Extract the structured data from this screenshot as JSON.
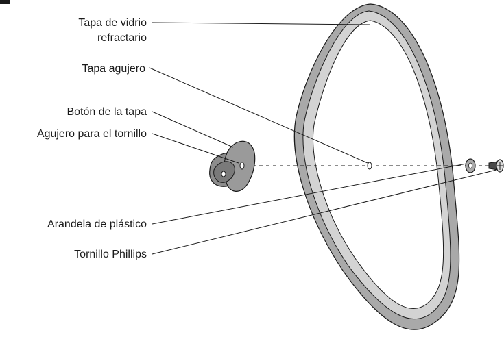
{
  "labels": {
    "tapa_vidrio_line1": "Tapa de vidrio",
    "tapa_vidrio_line2": "refractario",
    "tapa_agujero": "Tapa agujero",
    "boton_tapa": "Botón de la tapa",
    "agujero_tornillo": "Agujero para el tornillo",
    "arandela": "Arandela de plástico",
    "tornillo": "Tornillo Phillips"
  },
  "colors": {
    "lid_outer": "#a9a9a9",
    "lid_inner": "#d3d3d3",
    "knob": "#8c8c8c",
    "outline": "#1a1a1a"
  }
}
